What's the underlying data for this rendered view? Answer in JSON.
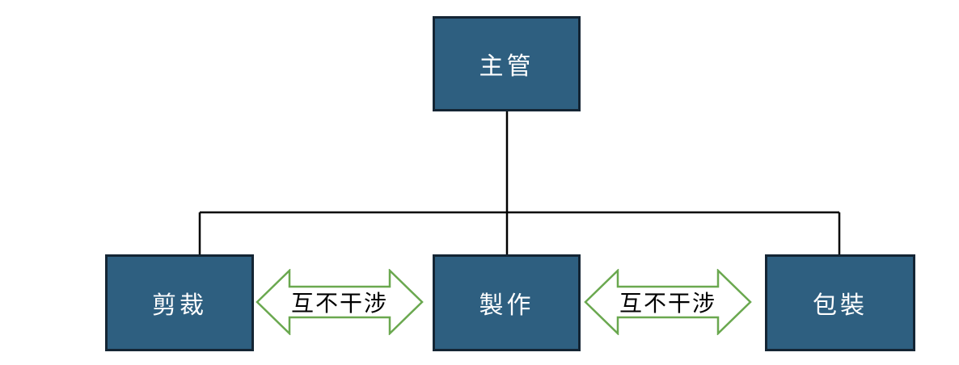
{
  "nodes": {
    "top": "主管",
    "left": "剪裁",
    "middle": "製作",
    "right": "包裝"
  },
  "arrows": {
    "left_label": "互不干涉",
    "right_label": "互不干涉"
  },
  "colors": {
    "box_fill": "#2e5f80",
    "box_border": "#142534",
    "arrow_stroke": "#6aa84f",
    "connector": "#000000"
  }
}
